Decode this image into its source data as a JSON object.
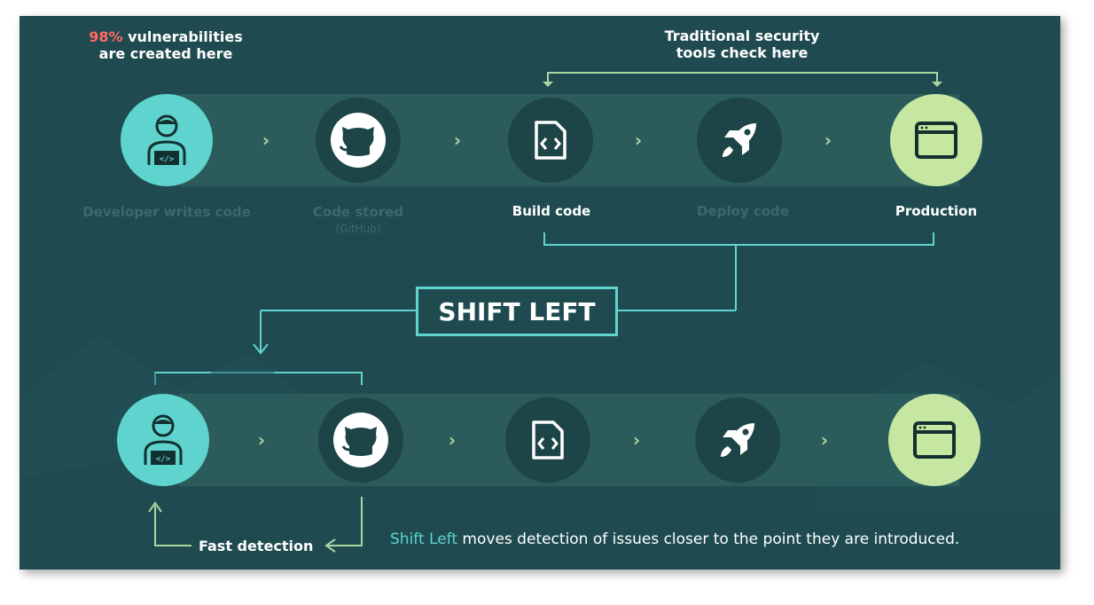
{
  "top_note": {
    "percent": "98%",
    "text_line1": " vulnerabilities",
    "text_line2": "are created here"
  },
  "trad_note": {
    "line1": "Traditional security",
    "line2": "tools check here"
  },
  "stages": [
    {
      "label": "Developer writes code",
      "icon": "developer-icon"
    },
    {
      "label": "Code stored",
      "sub": "(GitHub)",
      "icon": "github-icon"
    },
    {
      "label": "Build code",
      "icon": "code-file-icon"
    },
    {
      "label": "Deploy code",
      "icon": "rocket-icon"
    },
    {
      "label": "Production",
      "icon": "browser-window-icon"
    }
  ],
  "shift_label": "SHIFT LEFT",
  "fast_detection": "Fast detection",
  "caption": {
    "highlight": "Shift Left",
    "rest": " moves detection of issues closer to the point they are introduced."
  },
  "colors": {
    "background": "#1f4b50",
    "band": "#2b5c5b",
    "teal": "#5fd4cf",
    "lime": "#c6e7a1",
    "alert": "#ff6b63"
  }
}
